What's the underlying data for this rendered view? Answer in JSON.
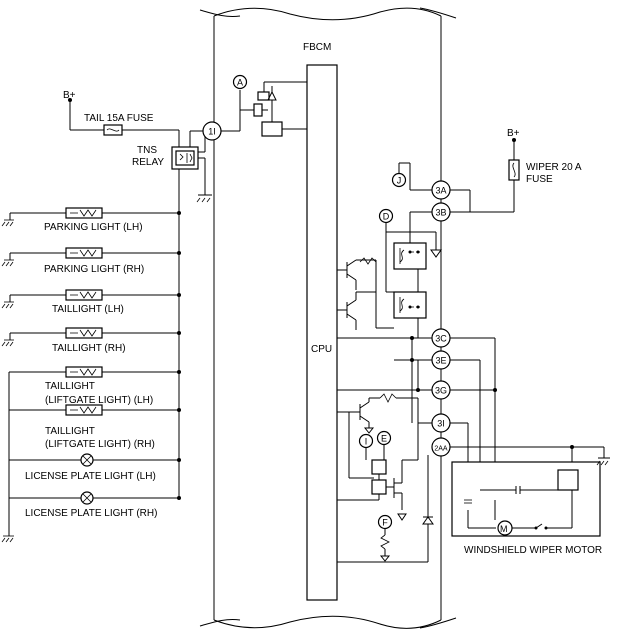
{
  "module": {
    "title": "FBCM",
    "cpu_label": "CPU"
  },
  "supply": {
    "bplus": "B+",
    "tail_fuse": "TAIL 15A FUSE",
    "wiper_fuse_line1": "WIPER 20 A",
    "wiper_fuse_line2": "FUSE"
  },
  "relay": {
    "line1": "TNS",
    "line2": "RELAY"
  },
  "lights": [
    {
      "label": "PARKING LIGHT (LH)"
    },
    {
      "label": "PARKING LIGHT (RH)"
    },
    {
      "label": "TAILLIGHT (LH)"
    },
    {
      "label": "TAILLIGHT (RH)"
    },
    {
      "line1": "TAILLIGHT",
      "line2": "(LIFTGATE LIGHT) (LH)"
    },
    {
      "line1": "TAILLIGHT",
      "line2": "(LIFTGATE LIGHT) (RH)"
    },
    {
      "label": "LICENSE PLATE LIGHT (LH)"
    },
    {
      "label": "LICENSE PLATE LIGHT (RH)"
    }
  ],
  "terminals": [
    "1I",
    "3A",
    "3B",
    "3C",
    "3E",
    "3G",
    "3I",
    "2AA"
  ],
  "points": [
    "A",
    "J",
    "D",
    "I",
    "E",
    "F"
  ],
  "motor": {
    "label": "WINDSHIELD WIPER MOTOR",
    "symbol": "M"
  }
}
